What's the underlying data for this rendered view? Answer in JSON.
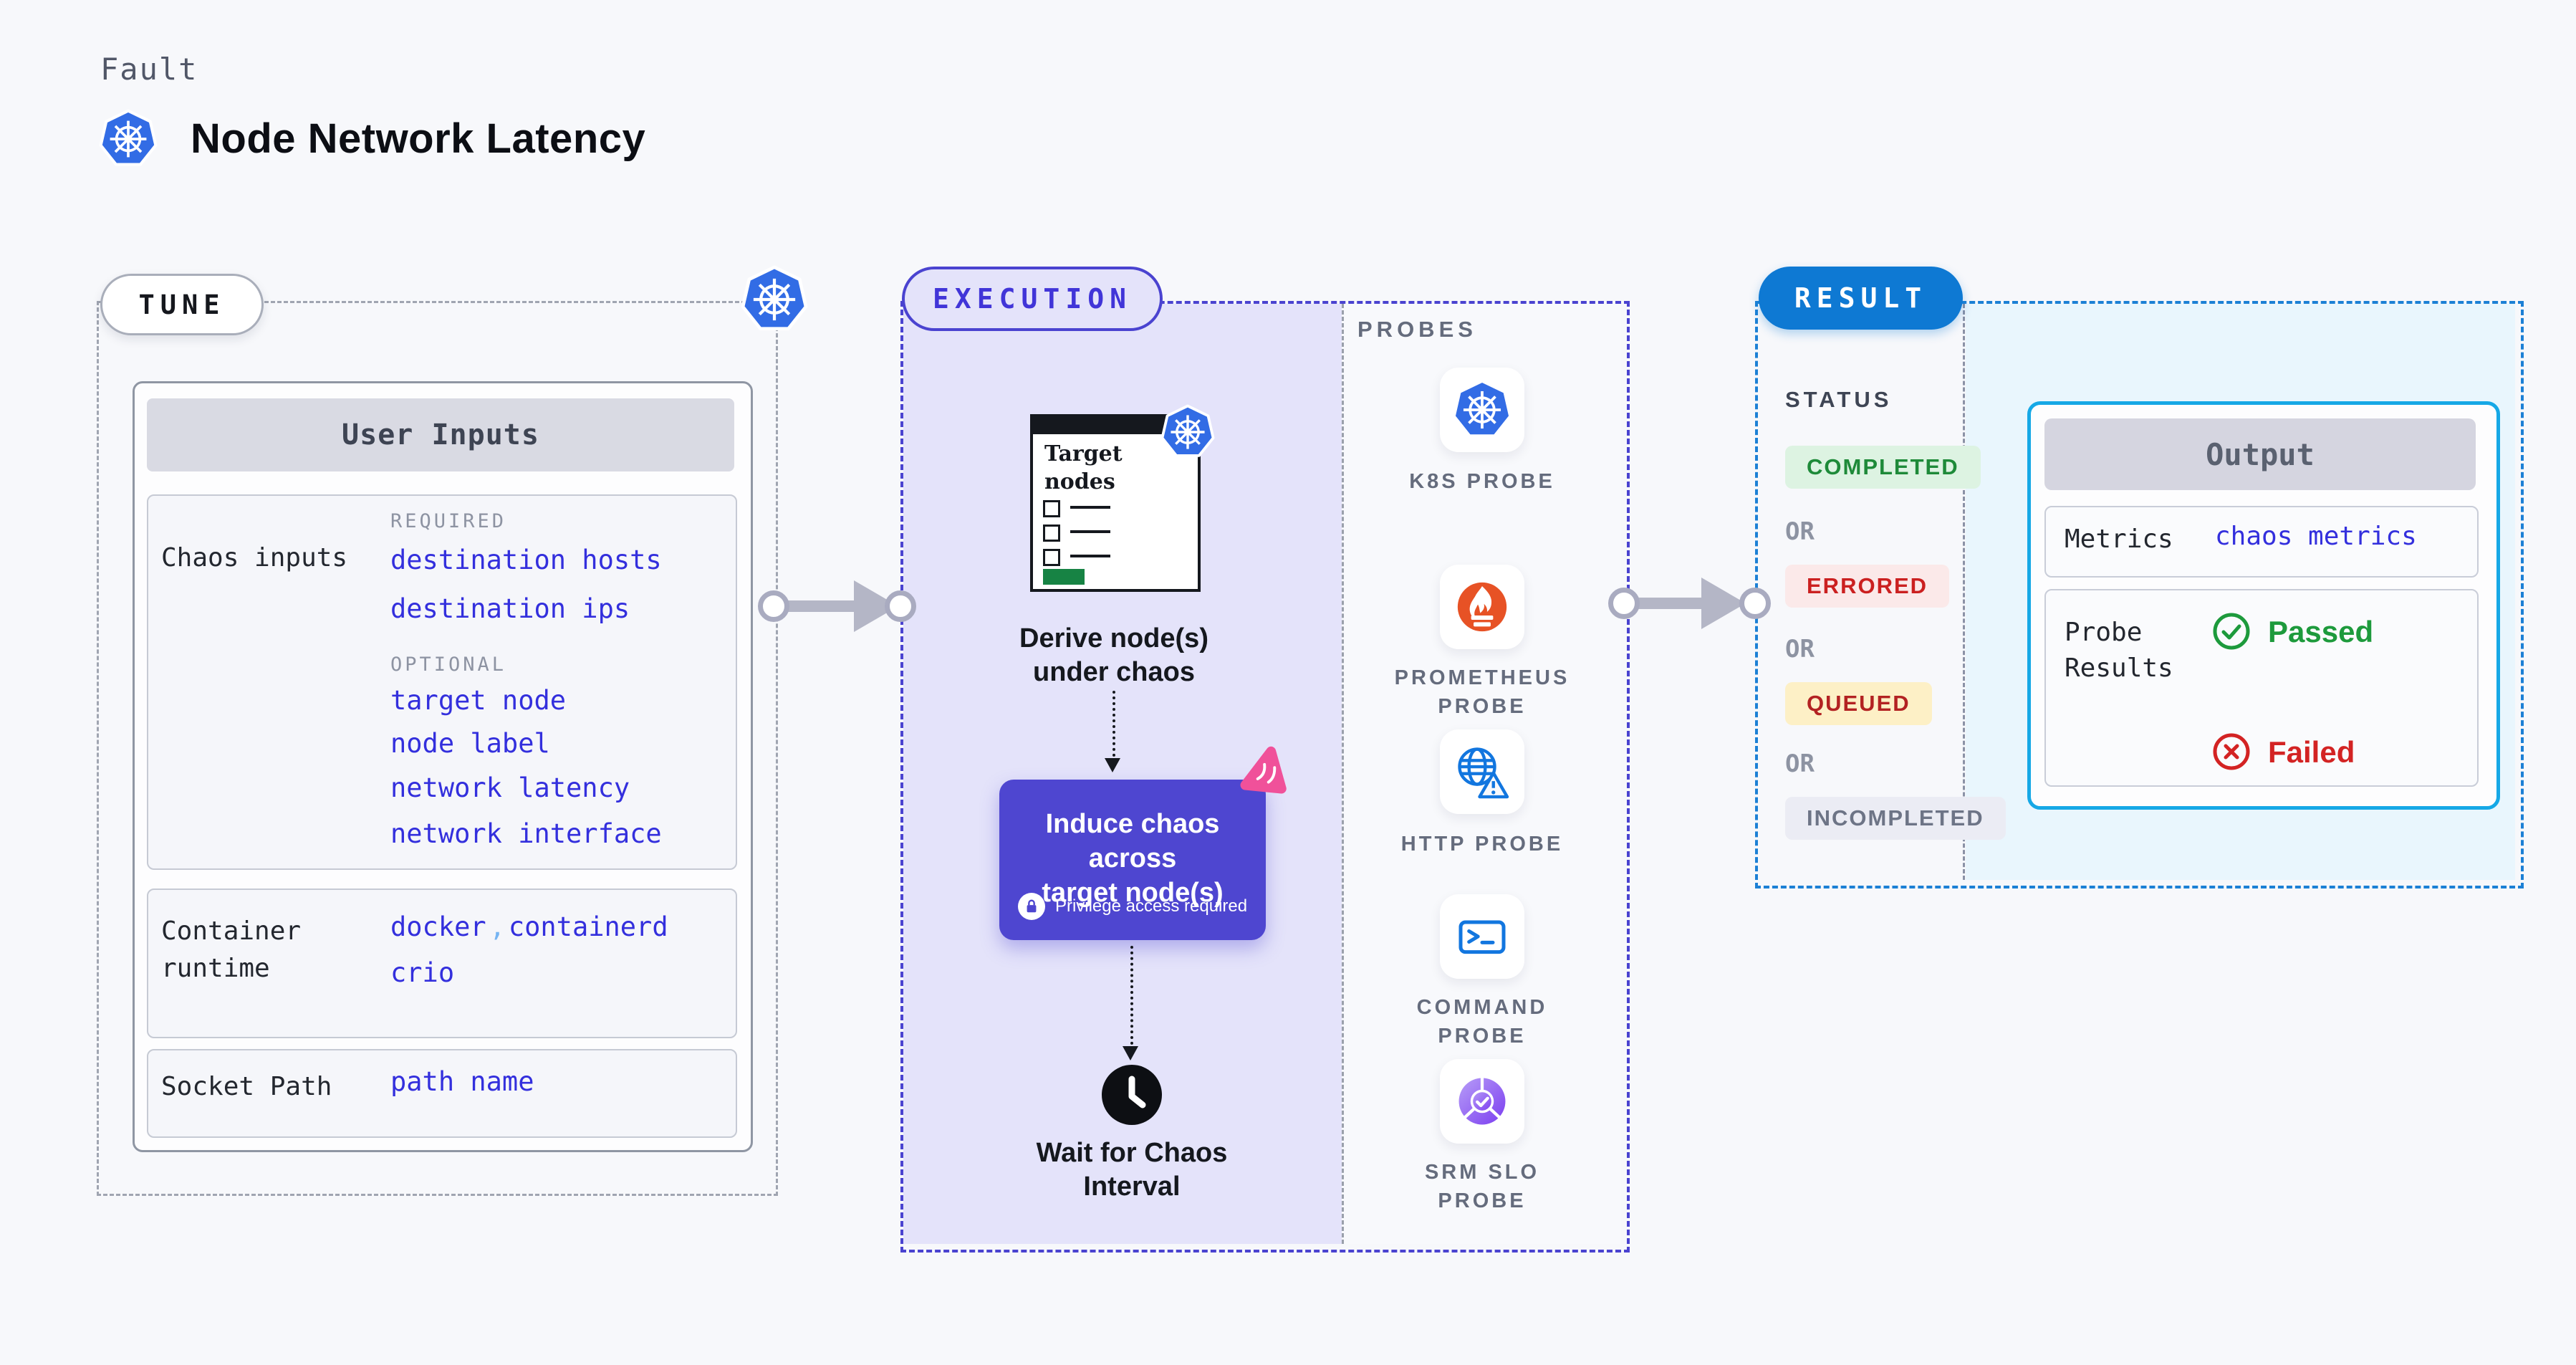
{
  "header": {
    "eyebrow": "Fault",
    "title": "Node Network Latency"
  },
  "tune": {
    "label": "TUNE",
    "panel_title": "User Inputs",
    "chaos_row": {
      "label": "Chaos inputs",
      "required_heading": "REQUIRED",
      "required_items": [
        "destination hosts",
        "destination ips"
      ],
      "optional_heading": "OPTIONAL",
      "optional_items": [
        "target node",
        "node label",
        "network latency",
        "network interface"
      ]
    },
    "runtime_row": {
      "label": "Container runtime",
      "values": [
        "docker",
        "containerd",
        "crio"
      ],
      "separator": ","
    },
    "socket_row": {
      "label": "Socket Path",
      "value": "path name"
    }
  },
  "execution": {
    "label": "EXECUTION",
    "target_card_title": "Target nodes",
    "step_derive": "Derive node(s) under chaos",
    "step_induce_line1": "Induce chaos across",
    "step_induce_line2": "target node(s)",
    "privilege_note": "Privilege access required",
    "step_wait": "Wait for Chaos Interval",
    "probes_heading": "PROBES",
    "probes": [
      {
        "label": "K8S PROBE",
        "icon": "kubernetes-icon"
      },
      {
        "label": "PROMETHEUS PROBE",
        "icon": "prometheus-icon"
      },
      {
        "label": "HTTP PROBE",
        "icon": "http-globe-icon"
      },
      {
        "label": "COMMAND PROBE",
        "icon": "terminal-icon"
      },
      {
        "label": "SRM SLO PROBE",
        "icon": "slo-pie-icon"
      }
    ]
  },
  "result": {
    "label": "RESULT",
    "status_heading": "STATUS",
    "or_label": "OR",
    "statuses": [
      {
        "label": "COMPLETED",
        "fg": "#1e8a39",
        "bg": "#ddf3e2"
      },
      {
        "label": "ERRORED",
        "fg": "#cb2020",
        "bg": "#fbe9e9"
      },
      {
        "label": "QUEUED",
        "fg": "#b32222",
        "bg": "#fdf0c6"
      },
      {
        "label": "INCOMPLETED",
        "fg": "#6d7486",
        "bg": "#ebecf4"
      }
    ],
    "output": {
      "title": "Output",
      "metrics_label": "Metrics",
      "metrics_value": "chaos metrics",
      "probe_results_label": "Probe Results",
      "passed": "Passed",
      "failed": "Failed"
    }
  },
  "colors": {
    "accent_indigo": "#4a43d0",
    "accent_blue": "#0e79d3",
    "accent_cyan": "#16a8e6",
    "link_blue": "#332fdd",
    "lavender_bg": "#e4e3fa",
    "result_panel_bg": "#e9f6fd",
    "chaos_purple": "#4e46d0",
    "litmus_pink": "#f0519a",
    "prometheus_orange": "#e75225",
    "k8s_blue": "#326ce5",
    "passed_green": "#1d9a3c",
    "failed_red": "#d32323"
  }
}
